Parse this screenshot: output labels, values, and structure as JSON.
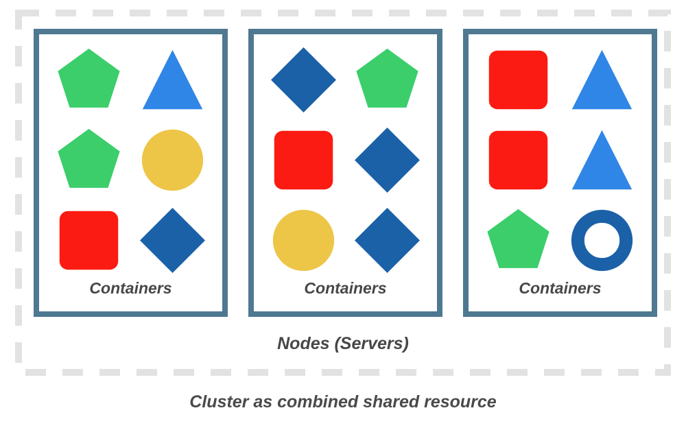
{
  "cluster": {
    "caption": "Cluster as combined shared resource",
    "nodes_label": "Nodes (Servers)",
    "nodes": [
      {
        "label": "Containers",
        "containers": [
          "pentagon-green",
          "triangle-blue",
          "pentagon-green",
          "circle-yellow",
          "square-red",
          "diamond-darkblue"
        ]
      },
      {
        "label": "Containers",
        "containers": [
          "diamond-darkblue",
          "pentagon-green",
          "square-red",
          "diamond-darkblue",
          "circle-yellow",
          "diamond-darkblue"
        ]
      },
      {
        "label": "Containers",
        "containers": [
          "square-red",
          "triangle-blue",
          "square-red",
          "triangle-blue",
          "pentagon-green",
          "ring-darkblue"
        ]
      }
    ]
  },
  "colors": {
    "green": "#3bce6b",
    "blue": "#2f86e6",
    "yellow": "#edc648",
    "red": "#fb1b12",
    "dark_blue": "#1b61a8",
    "node_border": "#4f7891",
    "cluster_border": "#e2e2e2",
    "text": "#4a4a4a"
  }
}
